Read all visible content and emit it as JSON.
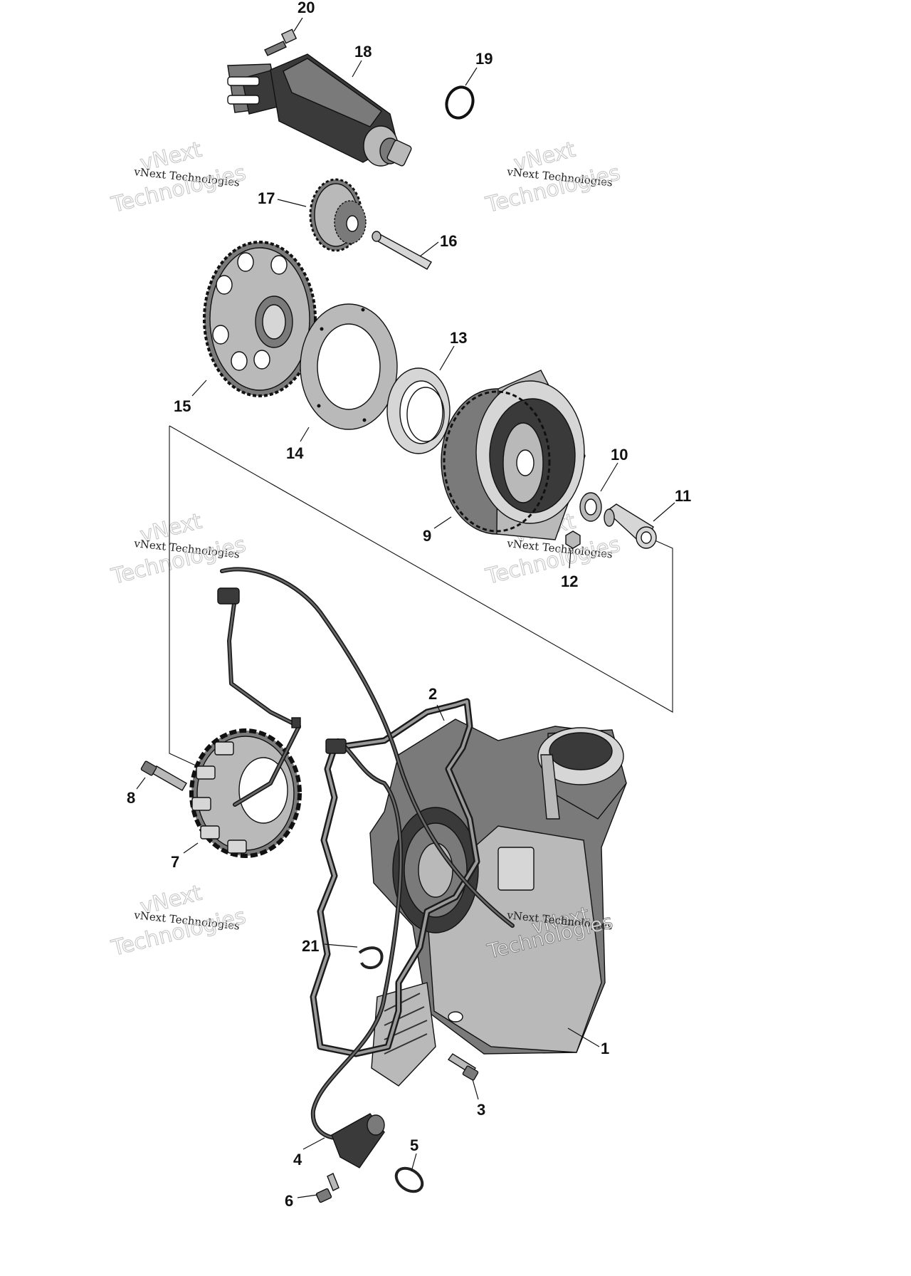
{
  "callouts": [
    {
      "id": "20",
      "label": "20"
    },
    {
      "id": "18",
      "label": "18"
    },
    {
      "id": "19",
      "label": "19"
    },
    {
      "id": "17",
      "label": "17"
    },
    {
      "id": "16",
      "label": "16"
    },
    {
      "id": "15",
      "label": "15"
    },
    {
      "id": "14",
      "label": "14"
    },
    {
      "id": "13",
      "label": "13"
    },
    {
      "id": "10",
      "label": "10"
    },
    {
      "id": "11",
      "label": "11"
    },
    {
      "id": "9",
      "label": "9"
    },
    {
      "id": "12",
      "label": "12"
    },
    {
      "id": "2",
      "label": "2"
    },
    {
      "id": "8",
      "label": "8"
    },
    {
      "id": "7",
      "label": "7"
    },
    {
      "id": "21",
      "label": "21"
    },
    {
      "id": "1",
      "label": "1"
    },
    {
      "id": "3",
      "label": "3"
    },
    {
      "id": "5",
      "label": "5"
    },
    {
      "id": "4",
      "label": "4"
    },
    {
      "id": "6",
      "label": "6"
    }
  ],
  "watermark": {
    "logo": "vNext",
    "company": "vNext Technologies",
    "word": "Technologies"
  }
}
